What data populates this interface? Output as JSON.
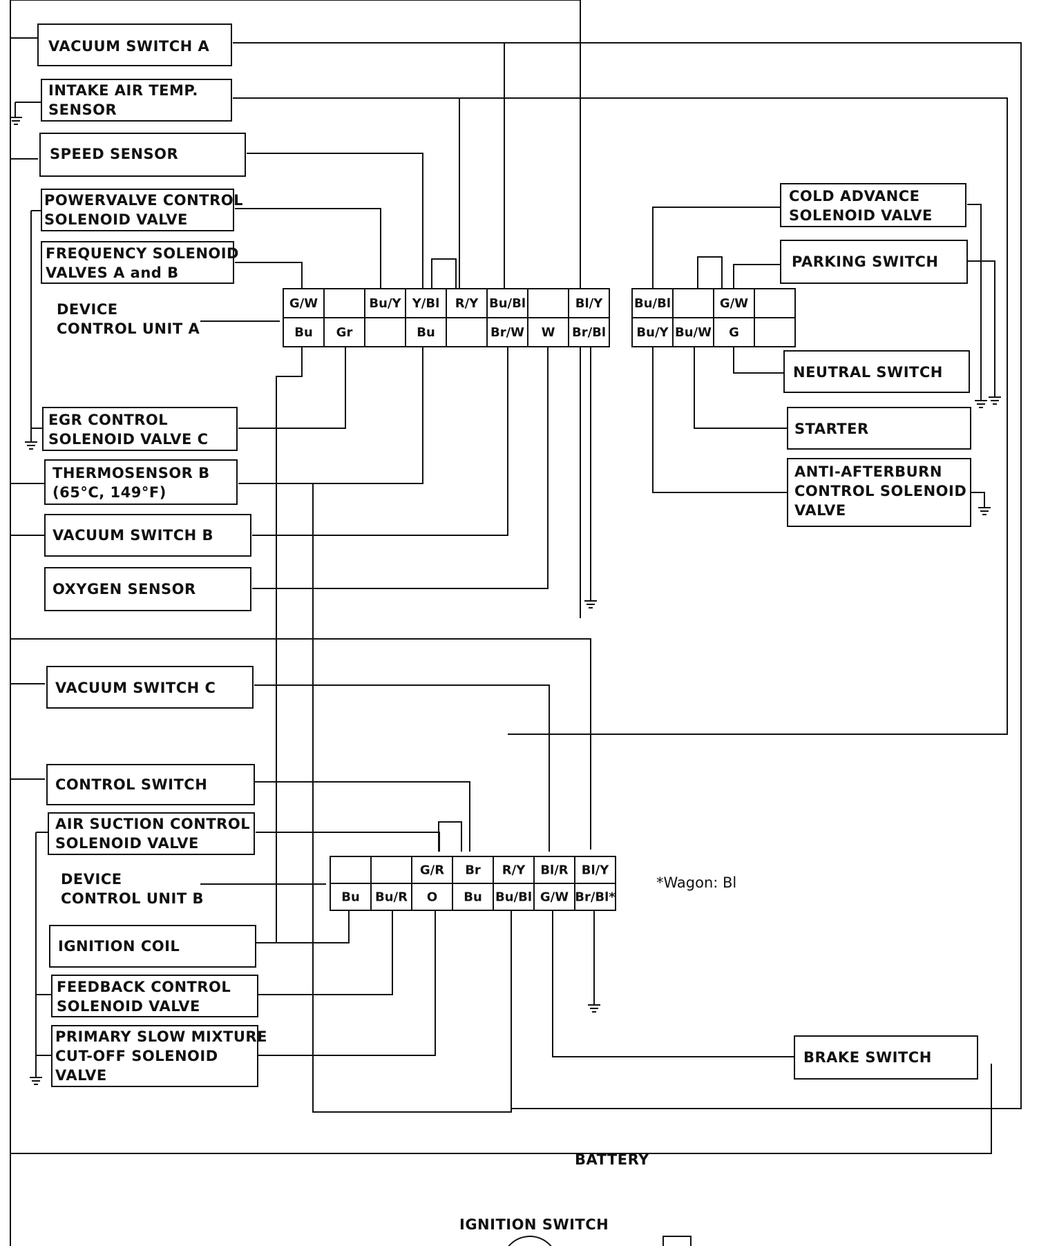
{
  "components": {
    "vacuum_switch_a": [
      "VACUUM SWITCH A"
    ],
    "intake_air_temp_sensor": [
      "INTAKE AIR TEMP.",
      "SENSOR"
    ],
    "speed_sensor": [
      "SPEED SENSOR"
    ],
    "powervalve_control_solenoid": [
      "POWERVALVE CONTROL",
      "SOLENOID VALVE"
    ],
    "frequency_solenoid_valves": [
      "FREQUENCY SOLENOID",
      "VALVES A and B"
    ],
    "egr_control_solenoid_c": [
      "EGR CONTROL",
      "SOLENOID VALVE C"
    ],
    "thermosensor_b": [
      "THERMOSENSOR B",
      "(65°C, 149°F)"
    ],
    "vacuum_switch_b": [
      "VACUUM SWITCH B"
    ],
    "oxygen_sensor": [
      "OXYGEN SENSOR"
    ],
    "vacuum_switch_c": [
      "VACUUM SWITCH C"
    ],
    "control_switch": [
      "CONTROL SWITCH"
    ],
    "air_suction_control_solenoid": [
      "AIR SUCTION CONTROL",
      "SOLENOID VALVE"
    ],
    "ignition_coil": [
      "IGNITION COIL"
    ],
    "feedback_control_solenoid": [
      "FEEDBACK CONTROL",
      "SOLENOID VALVE"
    ],
    "primary_slow_mixture": [
      "PRIMARY SLOW MIXTURE",
      "CUT-OFF SOLENOID",
      "VALVE"
    ],
    "cold_advance_solenoid": [
      "COLD ADVANCE",
      "SOLENOID VALVE"
    ],
    "parking_switch": [
      "PARKING SWITCH"
    ],
    "neutral_switch": [
      "NEUTRAL SWITCH"
    ],
    "starter": [
      "STARTER"
    ],
    "anti_afterburn_solenoid": [
      "ANTI-AFTERBURN",
      "CONTROL SOLENOID",
      "VALVE"
    ],
    "brake_switch": [
      "BRAKE SWITCH"
    ]
  },
  "dcu_a": {
    "label": [
      "DEVICE",
      "CONTROL UNIT A"
    ],
    "top": [
      "G/W",
      "",
      "Bu/Y",
      "Y/Bl",
      "R/Y",
      "Bu/Bl",
      "",
      "Bl/Y"
    ],
    "bottom": [
      "Bu",
      "Gr",
      "",
      "Bu",
      "",
      "Br/W",
      "W",
      "Br/Bl"
    ]
  },
  "dcu_a_right": {
    "top": [
      "Bu/Bl",
      "",
      "G/W",
      ""
    ],
    "bottom": [
      "Bu/Y",
      "Bu/W",
      "G",
      ""
    ]
  },
  "dcu_b": {
    "label": [
      "DEVICE",
      "CONTROL UNIT B"
    ],
    "top": [
      "",
      "",
      "G/R",
      "Br",
      "R/Y",
      "Bl/R",
      "Bl/Y"
    ],
    "bottom": [
      "Bu",
      "Bu/R",
      "O",
      "Bu",
      "Bu/Bl",
      "G/W",
      "Br/Bl*"
    ]
  },
  "note": "*Wagon: Bl",
  "battery_label": "BATTERY",
  "ignition_switch_label": "IGNITION SWITCH"
}
